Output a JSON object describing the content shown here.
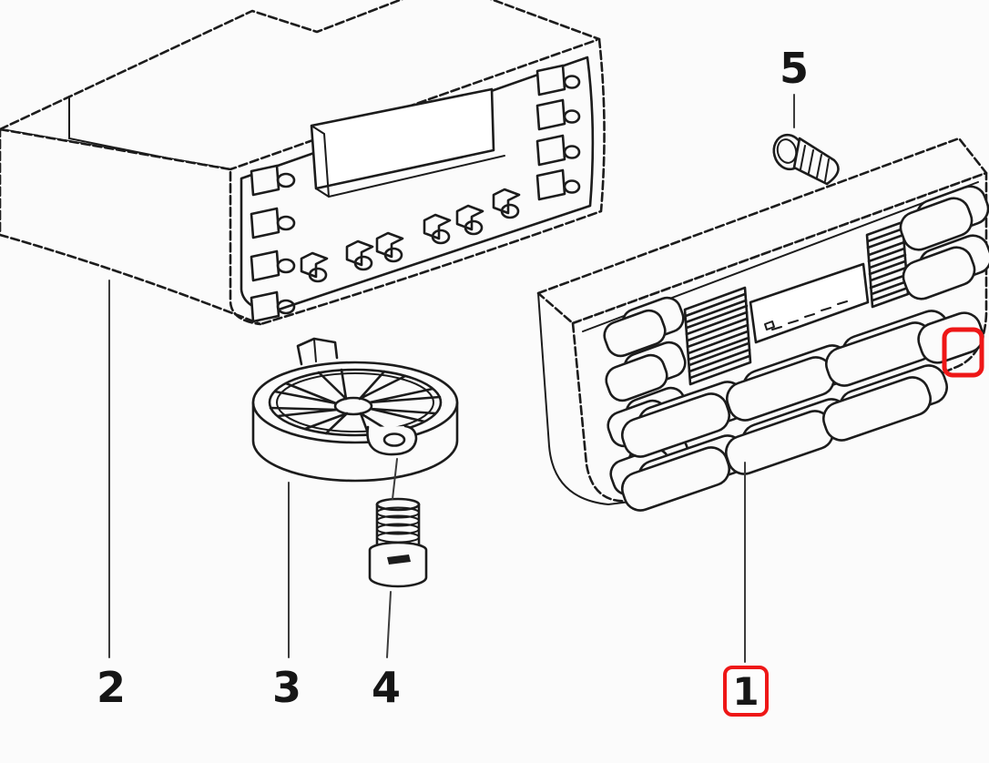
{
  "diagram": {
    "type": "exploded-parts-diagram",
    "background_color": "#fbfbfb",
    "line_color": "#1c1c1c",
    "highlight_color": "#ee1717",
    "parts": [
      {
        "number": "1",
        "highlighted": true
      },
      {
        "number": "2",
        "highlighted": false
      },
      {
        "number": "3",
        "highlighted": false
      },
      {
        "number": "4",
        "highlighted": false
      },
      {
        "number": "5",
        "highlighted": false
      }
    ]
  }
}
